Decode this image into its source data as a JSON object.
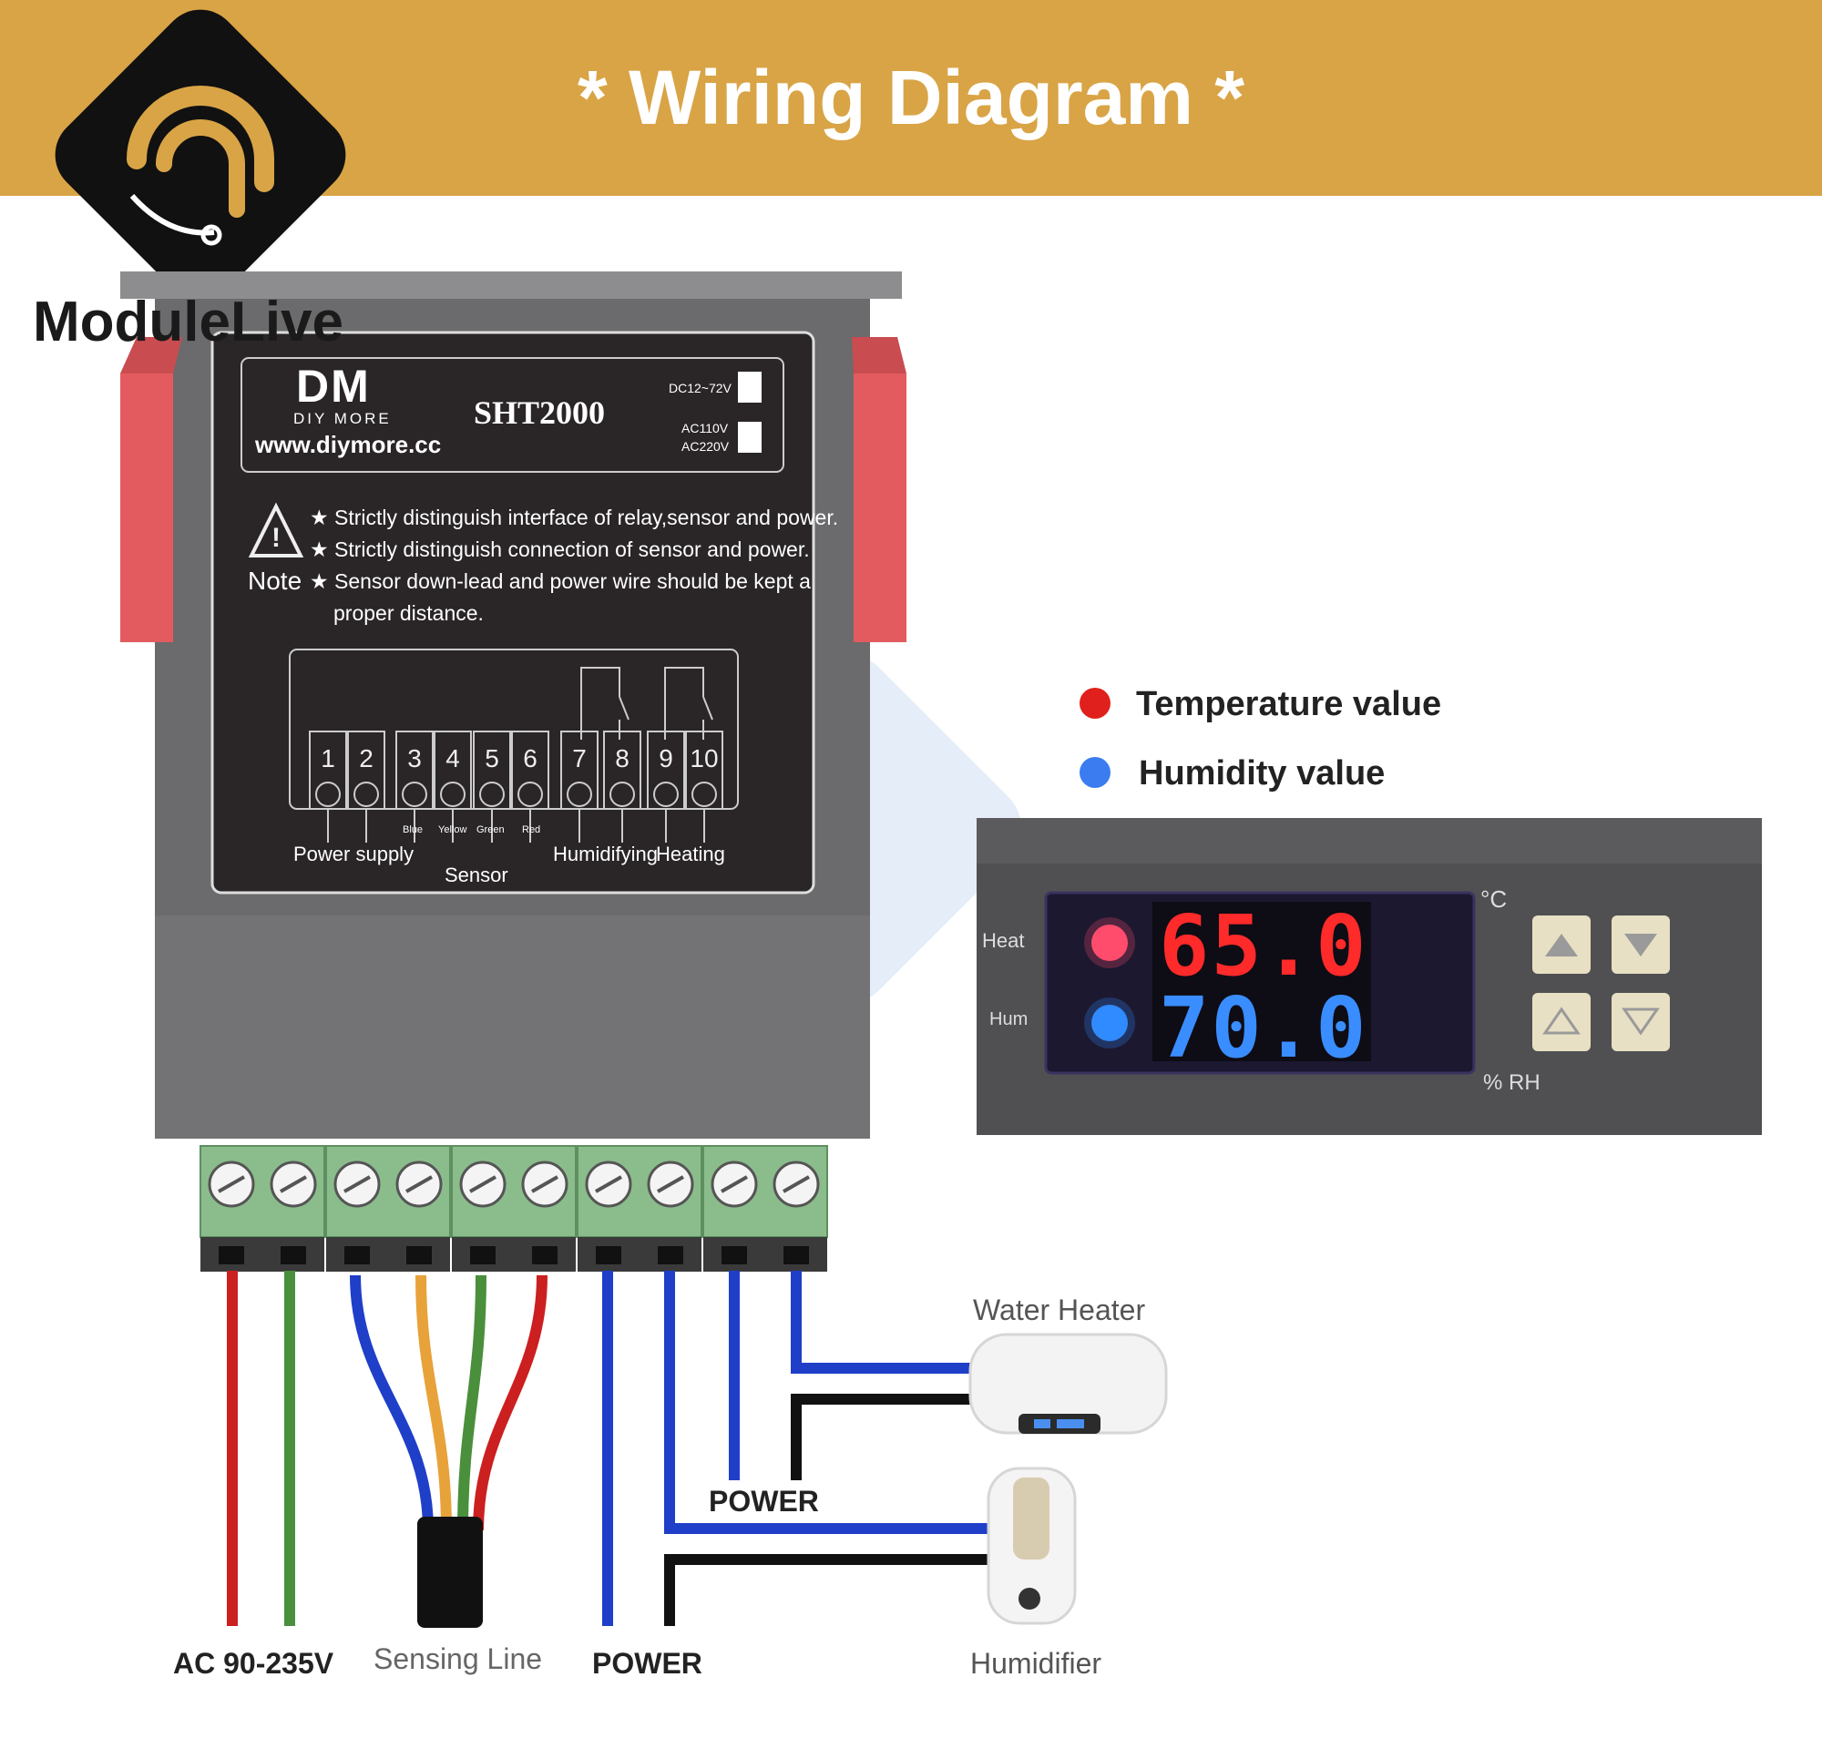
{
  "header": {
    "title": "* Wiring Diagram *"
  },
  "brand": {
    "name": "ModuleLive"
  },
  "controller": {
    "logo": "DM",
    "brand_sub": "DIY MORE",
    "website": "www.diymore.cc",
    "model": "SHT2000",
    "voltage_dc": "DC12~72V",
    "voltage_ac1": "AC110V",
    "voltage_ac2": "AC220V",
    "note_label": "Note",
    "notes": [
      "★ Strictly distinguish interface of relay,sensor and power.",
      "★ Strictly distinguish connection of sensor and power.",
      "★ Sensor down-lead and power wire should be kept a",
      "proper distance."
    ],
    "terminals": [
      "1",
      "2",
      "3",
      "4",
      "5",
      "6",
      "7",
      "8",
      "9",
      "10"
    ],
    "wire_colors": [
      "Blue",
      "Yellow",
      "Green",
      "Red"
    ],
    "group_labels": {
      "power": "Power supply",
      "sensor": "Sensor",
      "humidifying": "Humidifying",
      "heating": "Heating"
    }
  },
  "legend": {
    "temperature": {
      "label": "Temperature value",
      "color": "#e0201c"
    },
    "humidity": {
      "label": "Humidity value",
      "color": "#3b7cf0"
    }
  },
  "display": {
    "heat_label": "Heat",
    "hum_label": "Hum",
    "temperature": "65.0",
    "humidity": "70.0",
    "unit_top": "°C",
    "unit_bottom": "% RH"
  },
  "wiring": {
    "ac_label": "AC 90-235V",
    "sensing_label": "Sensing Line",
    "power_label_bottom": "POWER",
    "power_label_mid": "POWER",
    "water_heater": "Water Heater",
    "humidifier": "Humidifier",
    "colors": {
      "red": "#cc1f1f",
      "green": "#4a8f3c",
      "blue": "#1f3fc8",
      "yellow": "#e8a23a",
      "black": "#111111"
    }
  }
}
